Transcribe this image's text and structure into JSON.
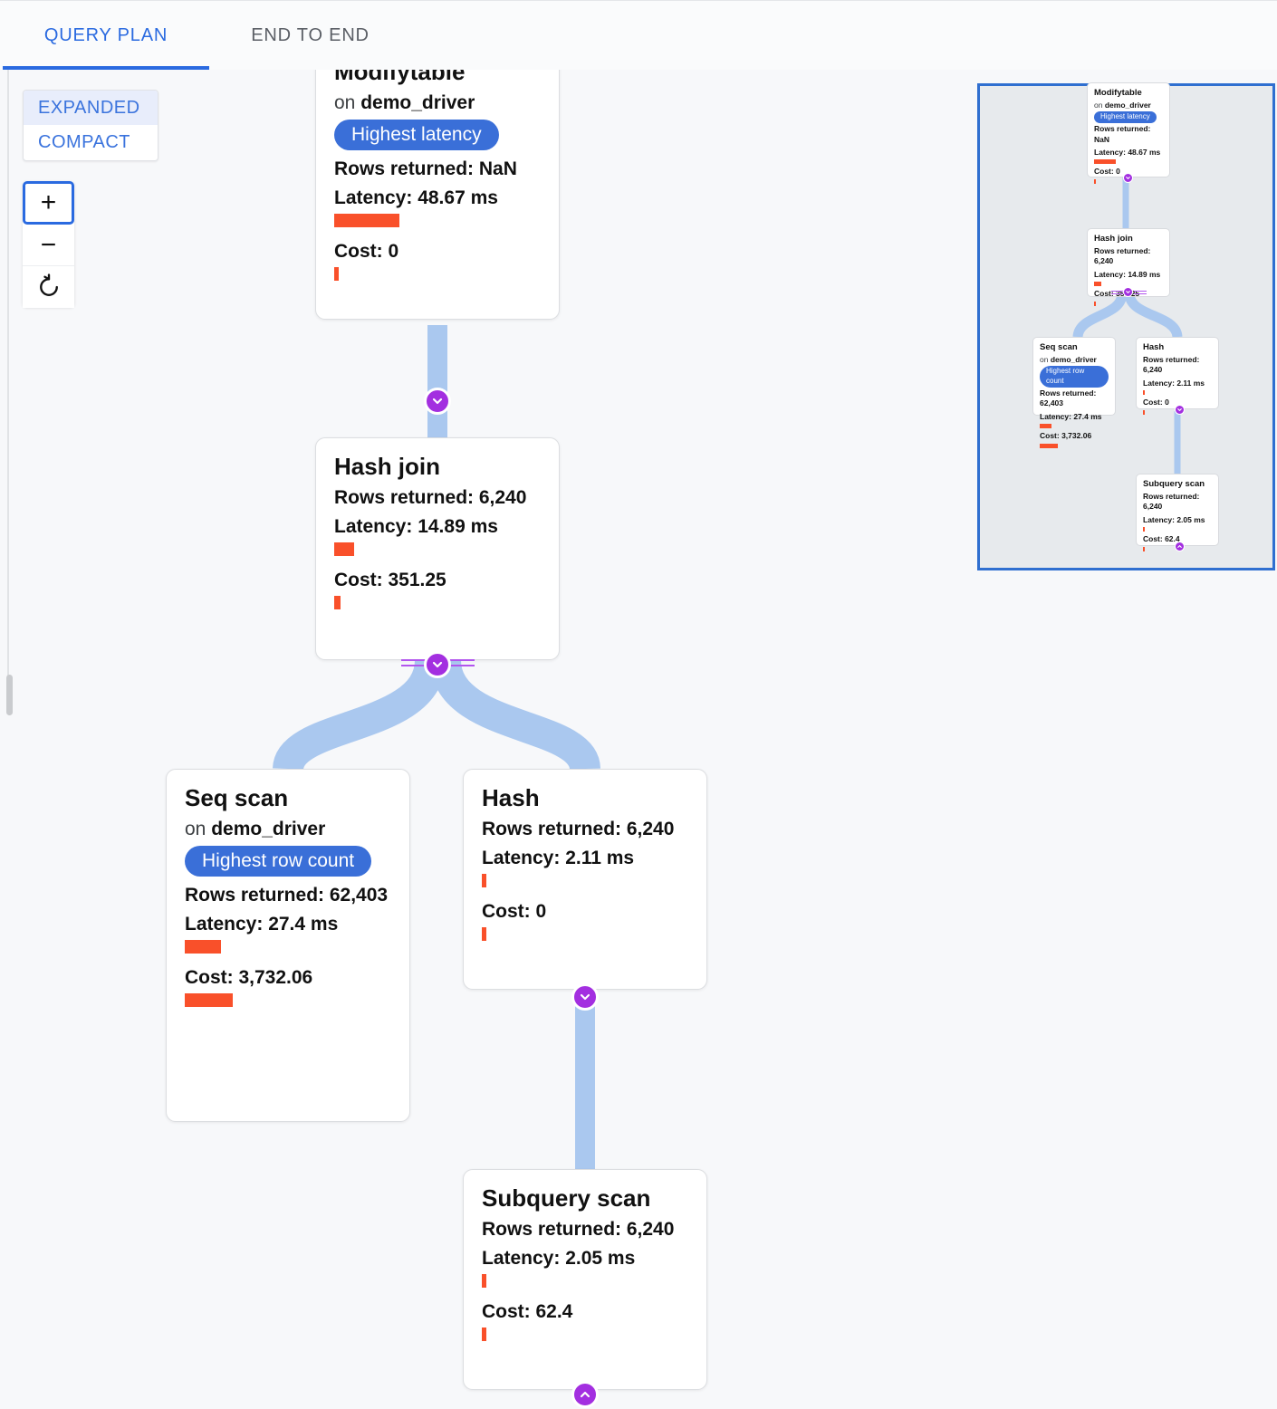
{
  "tabs": [
    {
      "label": "QUERY PLAN",
      "selected": true
    },
    {
      "label": "END TO END",
      "selected": false
    }
  ],
  "layout_mode": {
    "options": [
      "EXPANDED",
      "COMPACT"
    ],
    "selected": "EXPANDED"
  },
  "zoom_controls": {
    "zoom_in": "+",
    "zoom_out": "−",
    "reset": "reset-icon"
  },
  "colors": {
    "accent_blue": "#2a6ae0",
    "badge_blue": "#3a6fd8",
    "bar_orange": "#f9502a",
    "connector_purple": "#a32fe0",
    "edge_blue": "#aac8ef",
    "minimap_bg": "#e7eaed",
    "minimap_border": "#2f6fd0"
  },
  "labels": {
    "rows_returned": "Rows returned:",
    "latency": "Latency:",
    "cost": "Cost:",
    "on": "on"
  },
  "nodes": [
    {
      "id": "modifytable",
      "title": "Modifytable",
      "on_prefix": "on",
      "relation": "demo_driver",
      "badge": "Highest latency",
      "rows_returned": "Rows returned: NaN",
      "latency": "Latency: 48.67 ms",
      "latency_bar_pct": 100,
      "cost": "Cost: 0",
      "cost_bar_pct": 2
    },
    {
      "id": "hash-join",
      "title": "Hash join",
      "rows_returned": "Rows returned: 6,240",
      "latency": "Latency: 14.89 ms",
      "latency_bar_pct": 31,
      "cost": "Cost: 351.25",
      "cost_bar_pct": 9
    },
    {
      "id": "seq-scan",
      "title": "Seq scan",
      "on_prefix": "on",
      "relation": "demo_driver",
      "badge": "Highest row count",
      "rows_returned": "Rows returned: 62,403",
      "latency": "Latency: 27.4 ms",
      "latency_bar_pct": 56,
      "cost": "Cost: 3,732.06",
      "cost_bar_pct": 100
    },
    {
      "id": "hash",
      "title": "Hash",
      "rows_returned": "Rows returned: 6,240",
      "latency": "Latency: 2.11 ms",
      "latency_bar_pct": 5,
      "cost": "Cost: 0",
      "cost_bar_pct": 2
    },
    {
      "id": "subquery-scan",
      "title": "Subquery scan",
      "rows_returned": "Rows returned: 6,240",
      "latency": "Latency: 2.05 ms",
      "latency_bar_pct": 5,
      "cost": "Cost: 62.4",
      "cost_bar_pct": 2
    }
  ],
  "minimap": {
    "present": true,
    "viewport_label": "minimap-viewport"
  },
  "connectors": [
    {
      "id": "modifytable-to-hash-join",
      "direction": "down",
      "multi": false
    },
    {
      "id": "hash-join-to-children",
      "direction": "down",
      "multi": true
    },
    {
      "id": "hash-to-subquery-scan",
      "direction": "down",
      "multi": false
    },
    {
      "id": "subquery-scan-collapse",
      "direction": "up",
      "multi": false
    }
  ]
}
